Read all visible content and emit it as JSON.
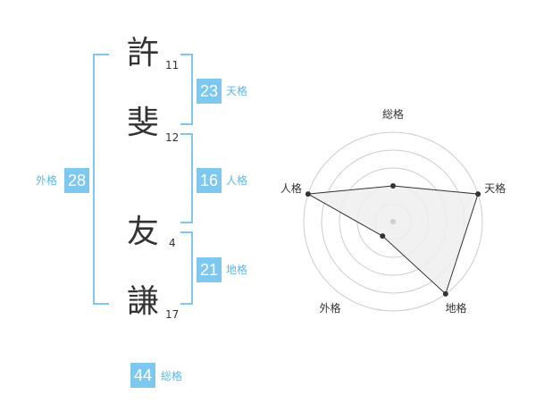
{
  "name_chars": [
    {
      "char": "許",
      "strokes": "11"
    },
    {
      "char": "斐",
      "strokes": "12"
    },
    {
      "char": "友",
      "strokes": "4"
    },
    {
      "char": "謙",
      "strokes": "17"
    }
  ],
  "fortunes": {
    "tenkaku": {
      "value": "23",
      "label": "天格"
    },
    "jinkaku": {
      "value": "16",
      "label": "人格"
    },
    "chikaku": {
      "value": "21",
      "label": "地格"
    },
    "gaikaku": {
      "value": "28",
      "label": "外格"
    },
    "soukaku": {
      "value": "44",
      "label": "総格"
    }
  },
  "radar": {
    "axes": [
      "総格",
      "天格",
      "地格",
      "外格",
      "人格"
    ],
    "levels": 5,
    "values": [
      2,
      5,
      5,
      1,
      5
    ],
    "colors": {
      "grid": "#cccccc",
      "fill": "#eeeeee",
      "line": "#333333",
      "center": "#cccccc"
    }
  }
}
